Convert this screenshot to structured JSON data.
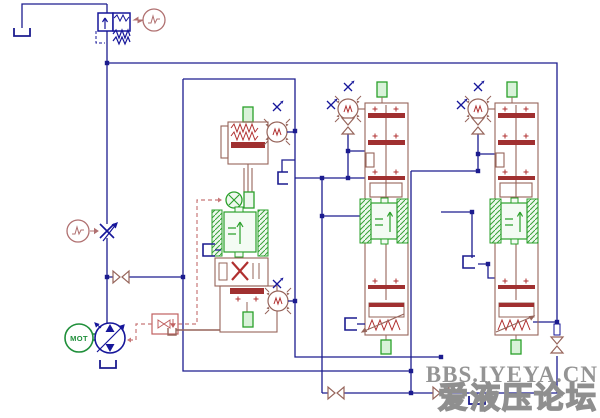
{
  "watermark": {
    "line1": "BBS.IYEYA.CN",
    "line2": "爱液压论坛"
  },
  "pump_unit": {
    "motor_label": "MOT"
  },
  "colors": {
    "background": "#ffffff",
    "pipe_line": "#1c1c8f",
    "component_outline": "#96645a",
    "accent_red": "#b03030",
    "green": "#2aa02a",
    "pilot_dash": "#c87878",
    "signal_source": "#b07070",
    "watermark_gray": "#949494"
  },
  "components": {
    "top_left": [
      "main-tank",
      "pilot-relief-valve",
      "relief-signal-source"
    ],
    "left_branch": [
      "pressure-signal-source",
      "variable-orifice",
      "bypass-orifice",
      "electric-motor",
      "variable-displacement-pump",
      "pump-tank",
      "displacement-controller"
    ],
    "valve_blocks": [
      "valve-block-1",
      "valve-block-2",
      "valve-block-3"
    ],
    "valve_block_parts": [
      "pilot-compensator",
      "check-orifice",
      "proportional-section",
      "spool-section",
      "spring-return",
      "port-cap"
    ],
    "bottom_return": [
      "load-orifice-1",
      "load-orifice-2",
      "return-orifice",
      "return-tank"
    ]
  }
}
